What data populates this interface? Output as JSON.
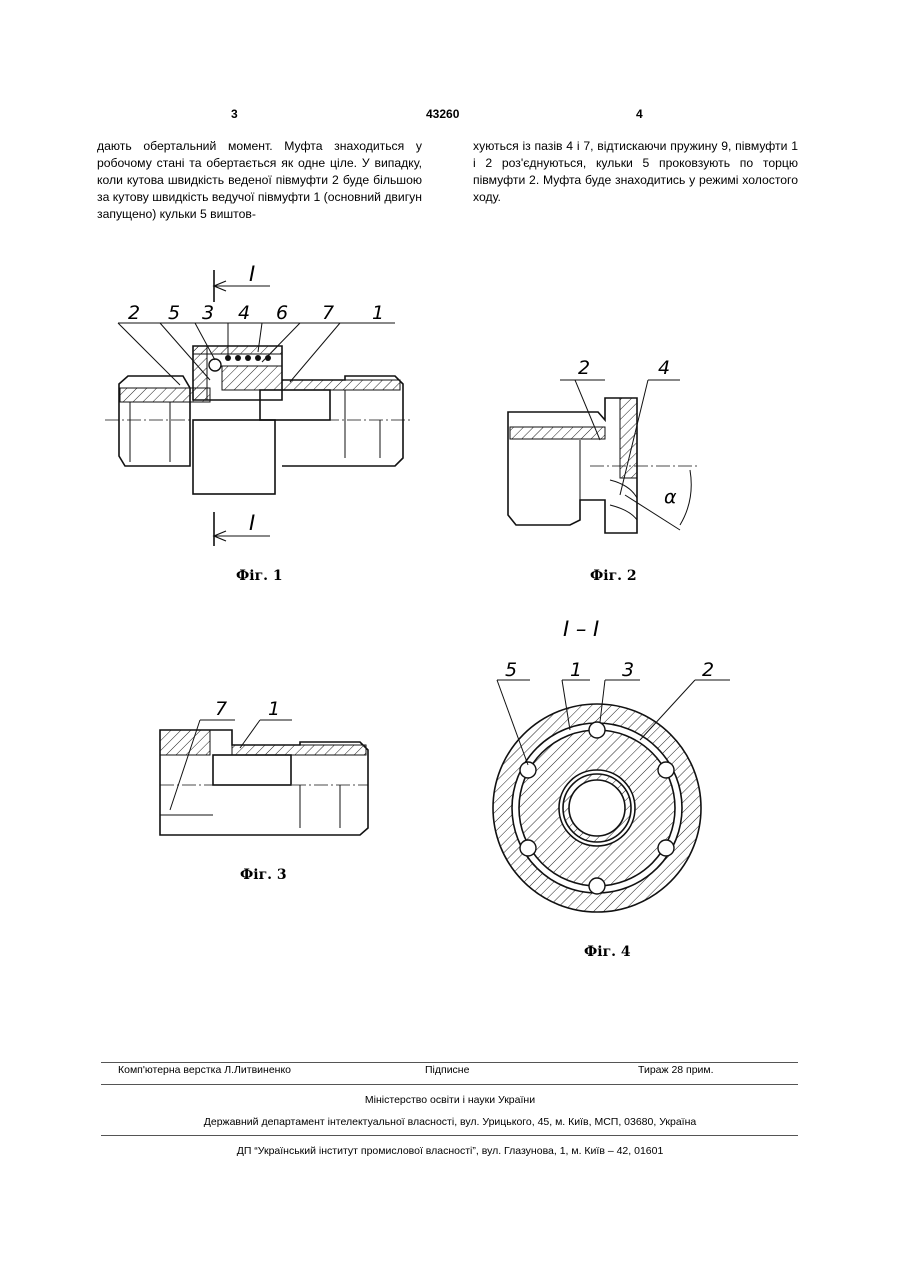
{
  "header": {
    "left_page": "3",
    "patent_number": "43260",
    "right_page": "4"
  },
  "text": {
    "left_column": "дають обертальний момент. Муфта знаходиться у робочому стані та обертається як одне ціле. У випадку, коли кутова швидкість веденої півмуфти 2 буде більшою за кутову швидкість ведучої півмуфти 1 (основний двигун запущено) кульки 5 виштов-",
    "right_column": "хуються із пазів 4 і 7, відтискаючи пружину 9, півмуфти 1 і 2 роз'єднуються, кульки 5 проковзують по торцю півмуфти 2. Муфта буде знаходитись у режимі холостого ходу."
  },
  "figures": {
    "fig1": {
      "caption": "Фіг. 1",
      "section_mark": "I",
      "labels": [
        "2",
        "5",
        "3",
        "4",
        "6",
        "7",
        "1"
      ]
    },
    "fig2": {
      "caption": "Фіг. 2",
      "labels": [
        "2",
        "4"
      ],
      "angle": "α"
    },
    "fig3": {
      "caption": "Фіг. 3",
      "labels": [
        "7",
        "1"
      ]
    },
    "fig4": {
      "caption": "Фіг. 4",
      "section_title": "I – I",
      "labels": [
        "5",
        "1",
        "3",
        "2"
      ]
    }
  },
  "footer": {
    "layout": "Комп'ютерна верстка Л.Литвиненко",
    "signed": "Підписне",
    "circulation": "Тираж 28 прим.",
    "ministry": "Міністерство освіти і науки України",
    "department": "Державний департамент інтелектуальної власності, вул. Урицького, 45, м. Київ, МСП, 03680, Україна",
    "institute": "ДП “Український інститут промислової власності”, вул. Глазунова, 1, м. Київ – 42, 01601"
  }
}
